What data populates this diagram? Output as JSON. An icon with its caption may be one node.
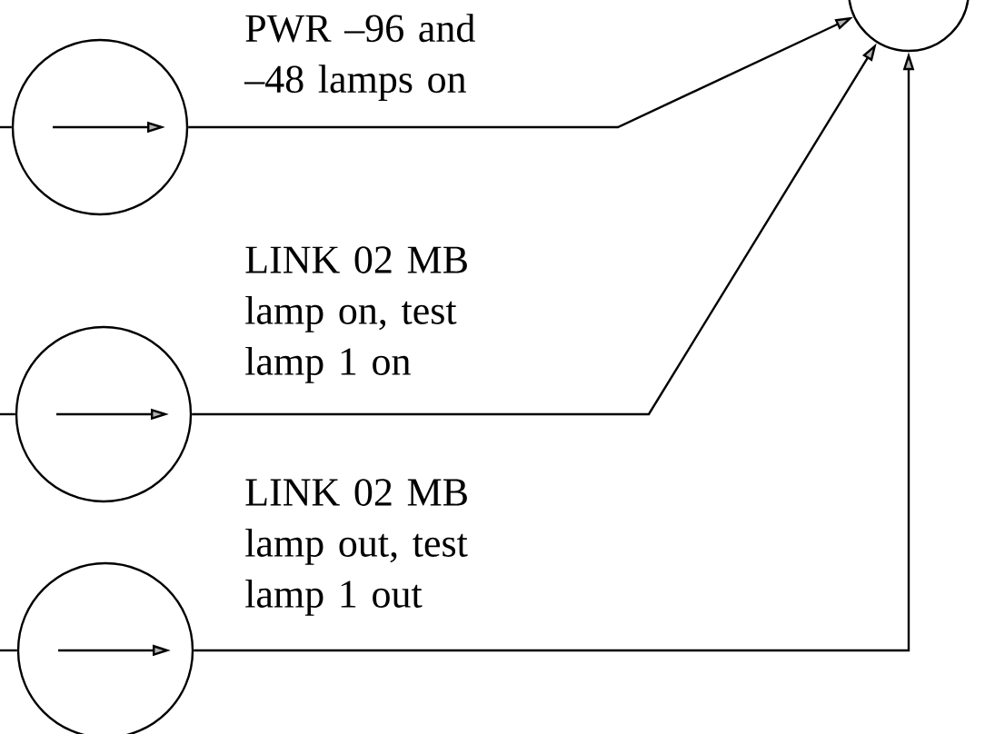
{
  "diagram": {
    "nodes": [
      {
        "text": [],
        "shape": "circle"
      },
      {
        "text": [],
        "shape": "circle"
      },
      {
        "text": [],
        "shape": "circle"
      },
      {
        "text": [],
        "shape": "circle"
      }
    ],
    "edges": [
      {
        "from": 0,
        "to": 3,
        "arrow": "to",
        "label": "PWR –96 and –48 lamps on"
      },
      {
        "from": 1,
        "to": 3,
        "arrow": "to",
        "label": "LINK 02 MB lamp on, test lamp 1 on"
      },
      {
        "from": 2,
        "to": 3,
        "arrow": "to",
        "label": "LINK 02 MB lamp out, test lamp 1 out"
      },
      {
        "from": null,
        "to": 0,
        "arrow": "none"
      },
      {
        "from": null,
        "to": 1,
        "arrow": "none"
      },
      {
        "from": null,
        "to": 2,
        "arrow": "none"
      }
    ]
  }
}
